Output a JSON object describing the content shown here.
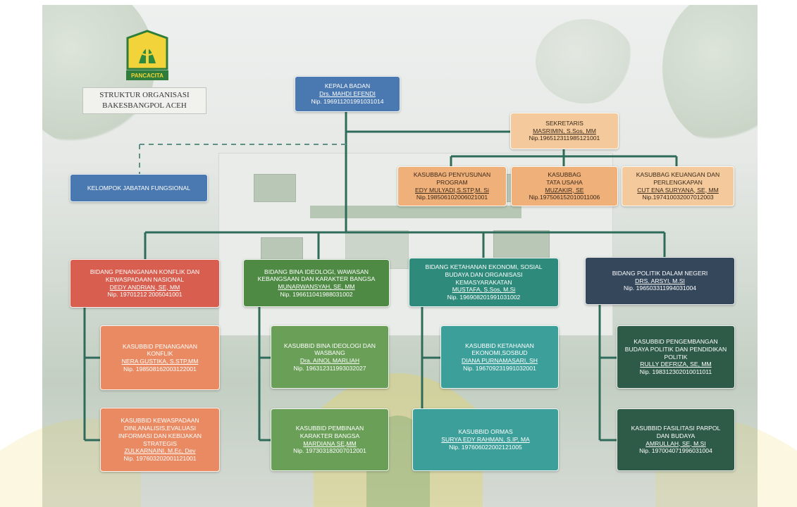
{
  "title": {
    "line1": "STRUKTUR ORGANISASI",
    "line2": "BAKESBANGPOL ACEH",
    "logo_text": "PANCACITA"
  },
  "colors": {
    "blue": "#4a78b0",
    "peach": "#f4c99b",
    "red": "#d85f4f",
    "green": "#4f8a45",
    "teal": "#2e8a7a",
    "navy": "#35475a",
    "line": "#2f6b5a"
  },
  "kepala": {
    "title": "KEPALA BADAN",
    "name": "Drs. MAHDI EFENDI",
    "nip": "Nip. 196911201991031014"
  },
  "kelompok": {
    "title": "KELOMPOK JABATAN FUNGSIONAL"
  },
  "sekretaris": {
    "title": "SEKRETARIS",
    "name": "MASRIMIN, S.Sos, MM",
    "nip": "Nip.196512311985121001"
  },
  "kasubbag": [
    {
      "title1": "KASUBBAG PENYUSUNAN",
      "title2": "PROGRAM",
      "name": "EDY MULYADI,S.STP,M. Si",
      "nip": "Nip.198506102006021001"
    },
    {
      "title1": "KASUBBAG",
      "title2": "TATA USAHA",
      "name": "MUZAKIR, SE",
      "nip": "Nip.197506152010011006"
    },
    {
      "title1": "KASUBBAG KEUANGAN DAN",
      "title2": "PERLENGKAPAN",
      "name": "CUT ENA SURYANA, SE, MM",
      "nip": "Nip.197410032007012003"
    }
  ],
  "bidang": [
    {
      "lines": [
        "BIDANG PENANGANAN KONFLIK DAN",
        "KEWASPADAAN NASIONAL"
      ],
      "name": "DEDY ANDRIAN, SE, MM",
      "nip": "Nip. 19701212 2005041001"
    },
    {
      "lines": [
        "BIDANG BINA IDEOLOGI, WAWASAN",
        "KEBANGSAAN DAN KARAKTER BANGSA"
      ],
      "name": "MUNARWANSYAH, SE, MM",
      "nip": "Nip. 196611041988031002"
    },
    {
      "lines": [
        "BIDANG KETAHANAN EKONOMI, SOSIAL",
        "BUDAYA DAN ORGANISASI",
        "KEMASYARAKATAN"
      ],
      "name": "MUSTAFA, S.Sos, M.Si",
      "nip": "Nip. 196908201991031002"
    },
    {
      "lines": [
        "BIDANG POLITIK DALAM NEGERI"
      ],
      "name": "DRS. ARSYI, M.SI",
      "nip": "Nip. 196503311994031004"
    }
  ],
  "kasubbid": [
    {
      "lines": [
        "KASUBBID PENANGANAN",
        "KONFLIK"
      ],
      "name": "NERA GUSTIKA, S.STP,MM",
      "nip": "Nip. 198508162003122001"
    },
    {
      "lines": [
        "KASUBBID BINA IDEOLOGI DAN",
        "WASBANG"
      ],
      "name": "Dra. AINOL MARLIAH",
      "nip": "Nip. 196312311993032027"
    },
    {
      "lines": [
        "KASUBBID KETAHANAN",
        "EKONOMI,SOSBUD"
      ],
      "name": "DIANA PURNAMASARI, SH",
      "nip": "Nip. 196709231991032001"
    },
    {
      "lines": [
        "KASUBBID PENGEMBANGAN",
        "BUDAYA POLITIK DAN PENDIDIKAN",
        "POLITIK"
      ],
      "name": "RULLY DEFRIZA, SE, MM",
      "nip": "Nip. 198312302010011011"
    },
    {
      "lines": [
        "KASUBBID KEWASPADAAN",
        "DINI,ANALISIS,EVALUASI",
        "INFORMASI DAN KEBIJAKAN",
        "STRATEGIS"
      ],
      "name": "ZULKARNAINI, M.Ec, Dev",
      "nip": "Nip. 197603202001121001"
    },
    {
      "lines": [
        "KASUBBID PEMBINAAN",
        "KARAKTER BANGSA"
      ],
      "name": "MARDIANA SE,MM",
      "nip": "Nip. 197303182007012001"
    },
    {
      "lines": [
        "KASUBBID ORMAS"
      ],
      "name": "SURYA EDY RAHMAN, S.IP, MA",
      "nip": "Nip. 197606022002121005"
    },
    {
      "lines": [
        "KASUBBID FASILITASI PARPOL",
        "DAN BUDAYA"
      ],
      "name": "AMRULLAH, SE, M.SI",
      "nip": "Nip. 197004071996031004"
    }
  ]
}
